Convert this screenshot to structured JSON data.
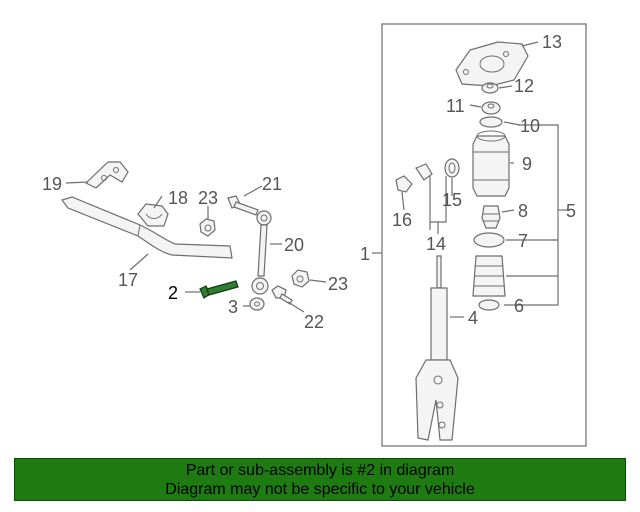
{
  "diagram": {
    "callouts": [
      "1",
      "2",
      "3",
      "4",
      "5",
      "6",
      "7",
      "8",
      "9",
      "10",
      "11",
      "12",
      "13",
      "14",
      "15",
      "16",
      "17",
      "18",
      "19",
      "20",
      "21",
      "22",
      "23",
      "23"
    ],
    "highlighted_part": "2",
    "colors": {
      "highlight": "#2e7d32",
      "line": "#6e6e6e",
      "banner": "#1e7b12"
    }
  },
  "banner": {
    "line1": "Part or sub-assembly is #2 in diagram",
    "line2": "Diagram may not be specific to your vehicle"
  }
}
